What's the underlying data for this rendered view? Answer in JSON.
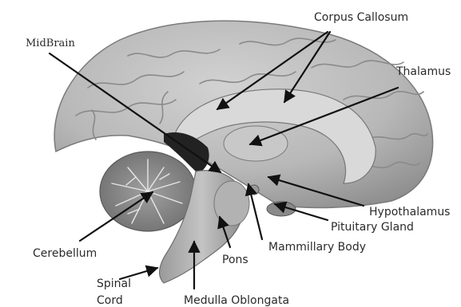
{
  "diagram": {
    "labels": {
      "corpus_callosum": "Corpus Callosum",
      "midbrain": "MidBrain",
      "thalamus": "Thalamus",
      "hypothalamus": "Hypothalamus",
      "pituitary_gland": "Pituitary Gland",
      "mammillary_body": "Mammillary Body",
      "cerebellum": "Cerebellum",
      "pons": "Pons",
      "spinal_cord_line1": "Spinal",
      "spinal_cord_line2": "Cord",
      "medulla_oblongata": "Medulla Oblongata"
    }
  }
}
